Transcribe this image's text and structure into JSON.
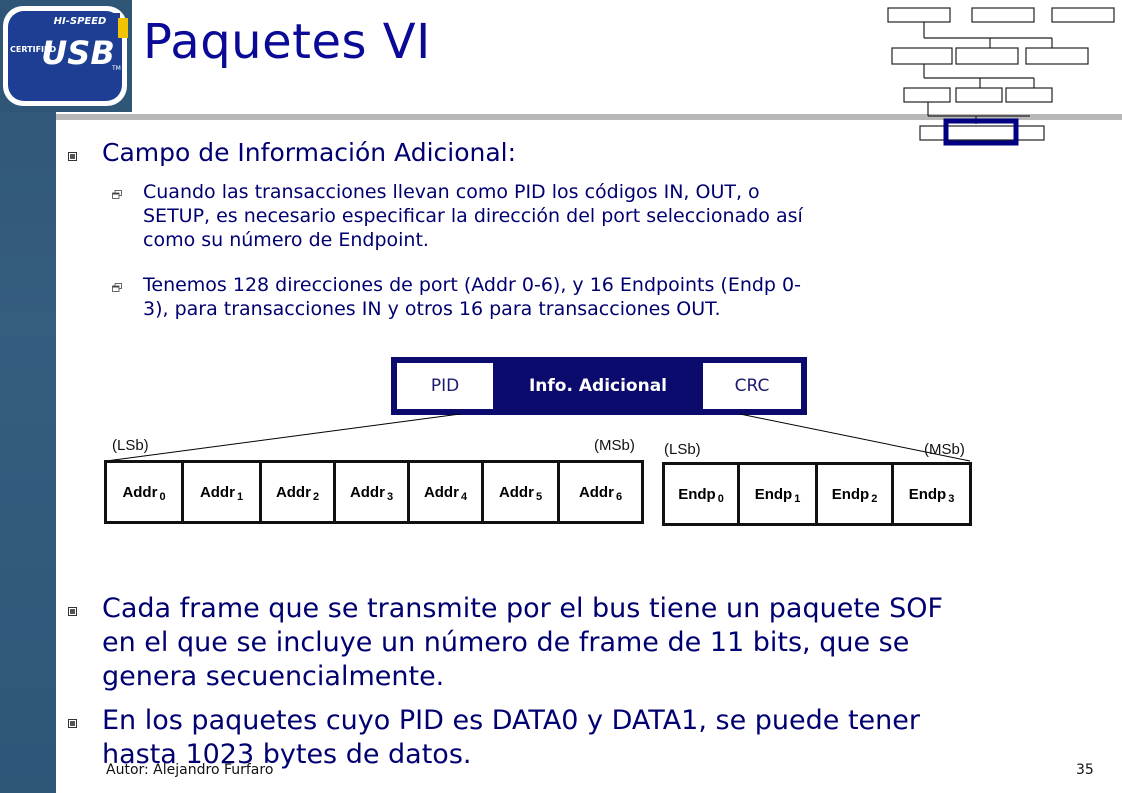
{
  "logo": {
    "top_text": "HI-SPEED",
    "side_text": "CERTIFIED",
    "main_text": "USB",
    "tm": "TM"
  },
  "title": "Paquetes VI",
  "section1": {
    "heading": "Campo de Información Adicional:",
    "items": [
      [
        "Cuando las transacciones llevan como PID los códigos IN, OUT, o",
        "SETUP, es necesario especificar la dirección del port seleccionado así",
        "como su número de Endpoint."
      ],
      [
        "Tenemos 128 direcciones de port (Addr 0-6), y 16 Endpoints (Endp 0-",
        "3), para transacciones IN y otros 16 para transacciones OUT."
      ]
    ]
  },
  "packet": {
    "pid": "PID",
    "info": "Info. Adicional",
    "crc": "CRC"
  },
  "addr_field": {
    "lsb": "(LSb)",
    "msb": "(MSb)",
    "cells": [
      {
        "name": "Addr",
        "sub": "0"
      },
      {
        "name": "Addr",
        "sub": "1"
      },
      {
        "name": "Addr",
        "sub": "2"
      },
      {
        "name": "Addr",
        "sub": "3"
      },
      {
        "name": "Addr",
        "sub": "4"
      },
      {
        "name": "Addr",
        "sub": "5"
      },
      {
        "name": "Addr",
        "sub": "6"
      }
    ]
  },
  "endp_field": {
    "lsb": "(LSb)",
    "msb": "(MSb)",
    "cells": [
      {
        "name": "Endp",
        "sub": "0"
      },
      {
        "name": "Endp",
        "sub": "1"
      },
      {
        "name": "Endp",
        "sub": "2"
      },
      {
        "name": "Endp",
        "sub": "3"
      }
    ]
  },
  "bullets2": [
    [
      "Cada frame que se transmite por el bus tiene un paquete SOF",
      "en el que se incluye un número de frame de 11 bits, que se",
      "genera secuencialmente."
    ],
    [
      "En los paquetes cuyo PID es DATA0 y DATA1, se puede tener",
      "hasta 1023 bytes de datos."
    ]
  ],
  "footer": {
    "author": "Autor: Alejandro Furfaro",
    "page": "35"
  }
}
